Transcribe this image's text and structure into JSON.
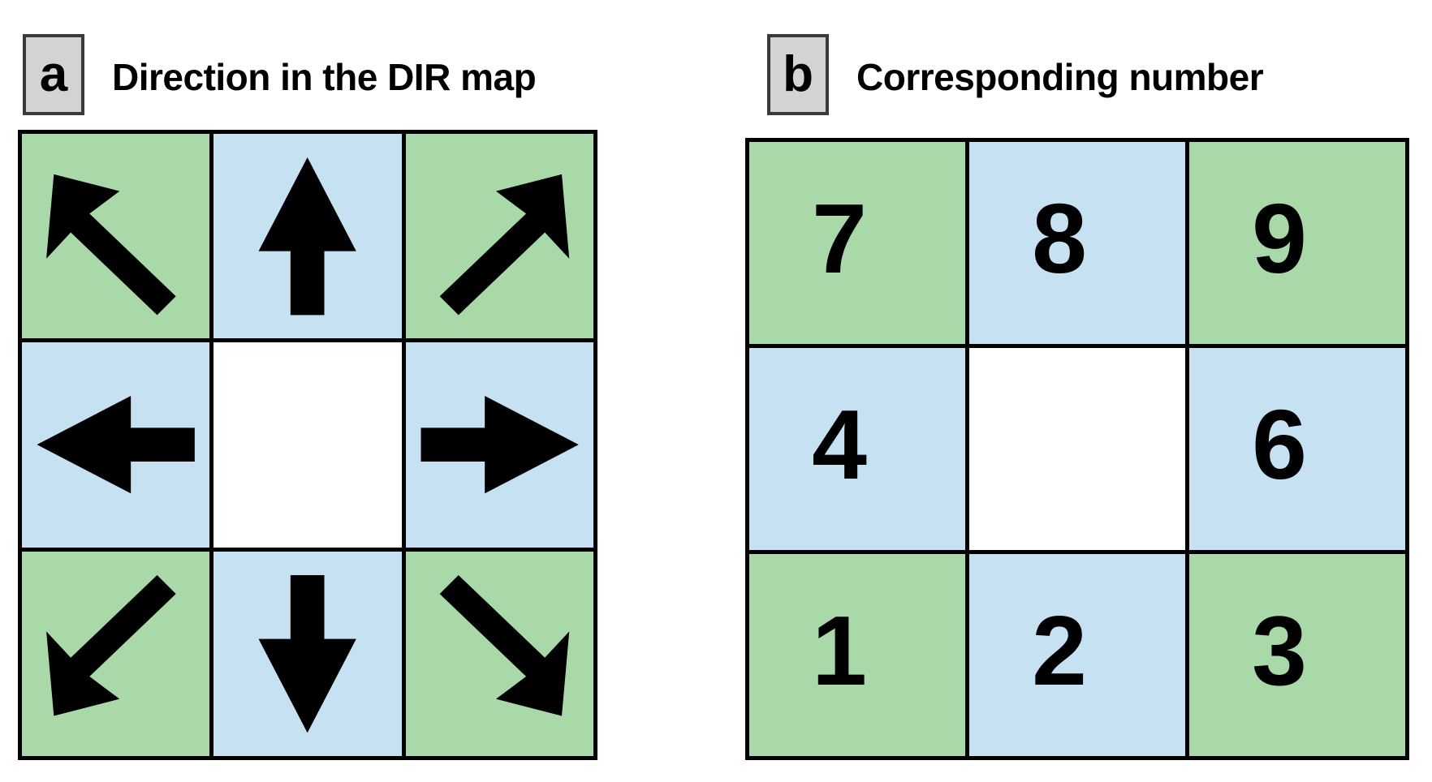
{
  "figure": {
    "background": "#ffffff",
    "colors": {
      "green": "#a9d9a8",
      "blue": "#c6e2f2",
      "white": "#ffffff",
      "border": "#000000",
      "tag_fill": "#d3d3d3",
      "tag_border": "#3a3a3a",
      "glyph": "#000000"
    }
  },
  "panels": [
    {
      "tag": "a",
      "title": "Direction in the DIR map",
      "grid": {
        "rows": 3,
        "cols": 3,
        "cells": [
          {
            "fill": "green",
            "icon": "arrow-up-left-icon",
            "direction": "up-left",
            "number": null
          },
          {
            "fill": "blue",
            "icon": "arrow-up-icon",
            "direction": "up",
            "number": null
          },
          {
            "fill": "green",
            "icon": "arrow-up-right-icon",
            "direction": "up-right",
            "number": null
          },
          {
            "fill": "blue",
            "icon": "arrow-left-icon",
            "direction": "left",
            "number": null
          },
          {
            "fill": "white",
            "icon": null,
            "direction": "center",
            "number": null
          },
          {
            "fill": "blue",
            "icon": "arrow-right-icon",
            "direction": "right",
            "number": null
          },
          {
            "fill": "green",
            "icon": "arrow-down-left-icon",
            "direction": "down-left",
            "number": null
          },
          {
            "fill": "blue",
            "icon": "arrow-down-icon",
            "direction": "down",
            "number": null
          },
          {
            "fill": "green",
            "icon": "arrow-down-right-icon",
            "direction": "down-right",
            "number": null
          }
        ]
      }
    },
    {
      "tag": "b",
      "title": "Corresponding number",
      "grid": {
        "rows": 3,
        "cols": 3,
        "cells": [
          {
            "fill": "green",
            "icon": null,
            "direction": "up-left",
            "number": "7"
          },
          {
            "fill": "blue",
            "icon": null,
            "direction": "up",
            "number": "8"
          },
          {
            "fill": "green",
            "icon": null,
            "direction": "up-right",
            "number": "9"
          },
          {
            "fill": "blue",
            "icon": null,
            "direction": "left",
            "number": "4"
          },
          {
            "fill": "white",
            "icon": null,
            "direction": "center",
            "number": ""
          },
          {
            "fill": "blue",
            "icon": null,
            "direction": "right",
            "number": "6"
          },
          {
            "fill": "green",
            "icon": null,
            "direction": "down-left",
            "number": "1"
          },
          {
            "fill": "blue",
            "icon": null,
            "direction": "down",
            "number": "2"
          },
          {
            "fill": "green",
            "icon": null,
            "direction": "down-right",
            "number": "3"
          }
        ]
      }
    }
  ]
}
